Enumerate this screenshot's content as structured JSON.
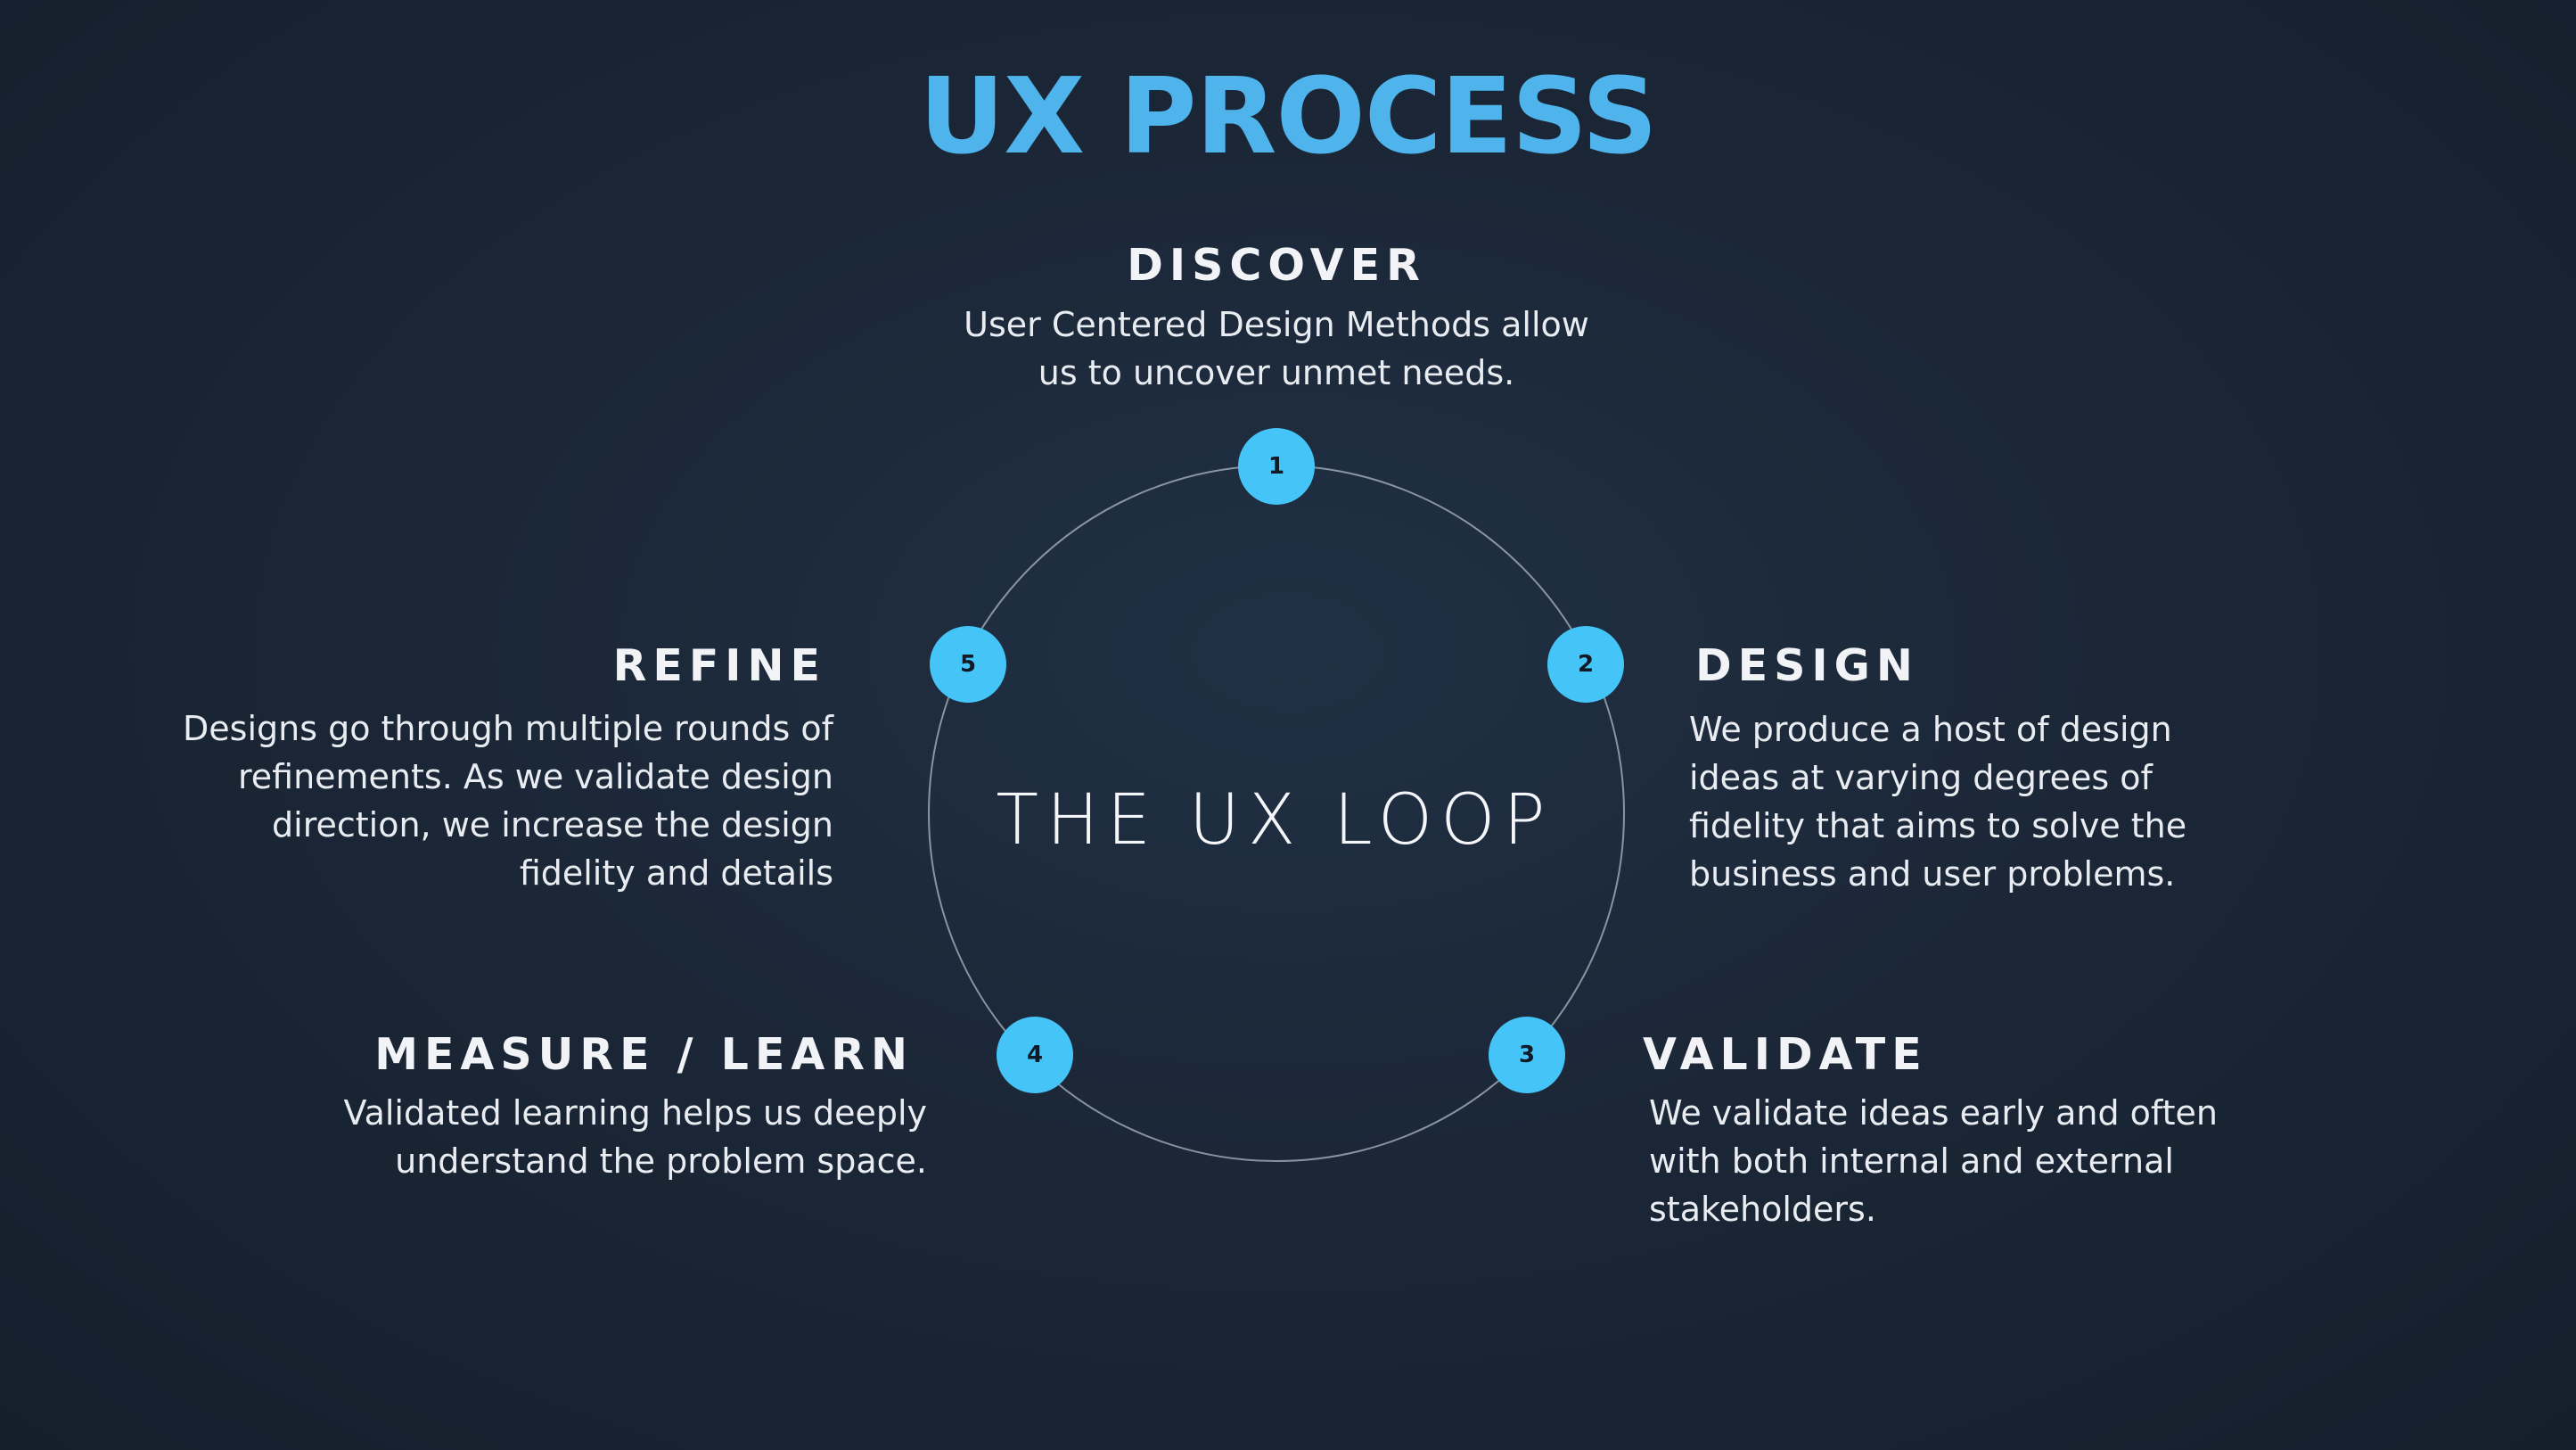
{
  "title": "UX PROCESS",
  "center_label": "THE UX LOOP",
  "colors": {
    "background": "#1b2737",
    "title": "#4fb3ec",
    "node_fill": "#45c4f7",
    "text": "#f1f3f6",
    "loop_stroke": "#aeb8c4"
  },
  "steps": [
    {
      "number": "1",
      "heading": "DISCOVER",
      "lines": [
        "User Centered Design Methods allow",
        "us to uncover unmet needs."
      ]
    },
    {
      "number": "2",
      "heading": "DESIGN",
      "lines": [
        "We produce a host of design",
        "ideas at varying degrees of",
        "fidelity that aims to solve the",
        "business and user problems."
      ]
    },
    {
      "number": "3",
      "heading": "VALIDATE",
      "lines": [
        "We validate ideas early and often",
        "with both internal and external",
        "stakeholders."
      ]
    },
    {
      "number": "4",
      "heading": "MEASURE / LEARN",
      "lines": [
        "Validated learning helps us deeply",
        "understand the problem space."
      ]
    },
    {
      "number": "5",
      "heading": "REFINE",
      "lines": [
        "Designs go through multiple rounds of",
        "refinements. As we validate design",
        "direction, we increase the design",
        "fidelity and details"
      ]
    }
  ]
}
